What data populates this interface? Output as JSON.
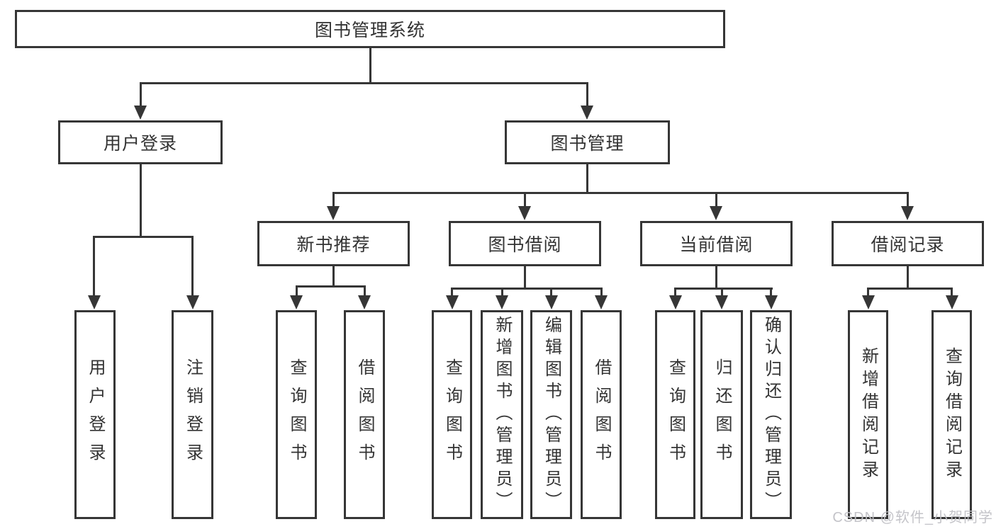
{
  "diagram": {
    "title": "图书管理系统",
    "level2": {
      "user_login": "用户登录",
      "book_management": "图书管理"
    },
    "level3": {
      "new_book_rec": "新书推荐",
      "book_borrow": "图书借阅",
      "current_borrow": "当前借阅",
      "borrow_record": "借阅记录"
    },
    "leaves": {
      "user_login": "用户登录",
      "logout": "注销登录",
      "rec_query_book": "查询图书",
      "rec_borrow_book": "借阅图书",
      "bb_query_book": "查询图书",
      "bb_add_book": "新增图书（管理员）",
      "bb_edit_book": "编辑图书（管理员）",
      "bb_borrow_book": "借阅图书",
      "cb_query_book": "查询图书",
      "cb_return_book": "归还图书",
      "cb_confirm_return": "确认归还（管理员）",
      "br_add_record": "新增借阅记录",
      "br_query_record": "查询借阅记录"
    }
  },
  "colors": {
    "line": "#363636",
    "text": "#333333",
    "watermark": "#c1c1c6"
  },
  "watermark": "CSDN @软件_小贺同学"
}
